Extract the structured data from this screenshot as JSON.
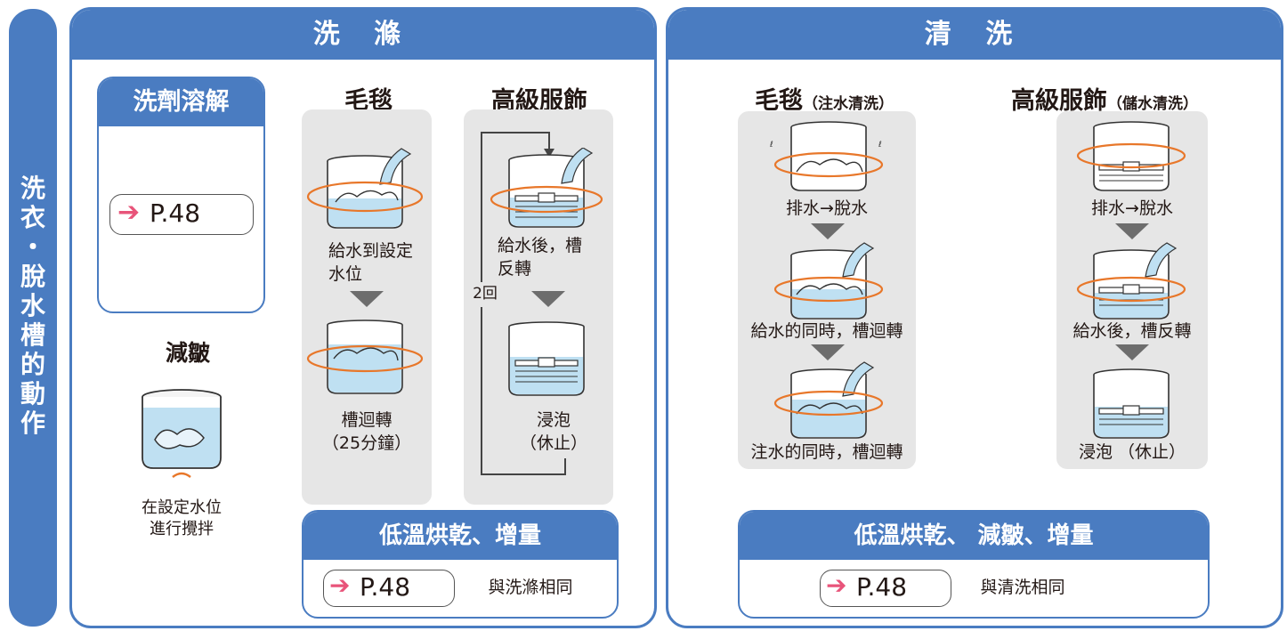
{
  "sidebar": {
    "chars": [
      "洗",
      "衣",
      "・",
      "脫",
      "水",
      "槽",
      "的",
      "動",
      "作"
    ]
  },
  "wash": {
    "header": "洗 滌",
    "detergent": {
      "title": "洗劑溶解",
      "ref": "P.48"
    },
    "wrinkle": {
      "title": "減皺",
      "caption_1": "在設定水位",
      "caption_2": "進行攪拌"
    },
    "blanket": {
      "title": "毛毯",
      "step1_1": "給水到設定",
      "step1_2": "水位",
      "step2_1": "槽迴轉",
      "step2_2": "（25分鐘）"
    },
    "premium": {
      "title": "高級服飾",
      "step1_1": "給水後，槽",
      "step1_2": "反轉",
      "loop": "2回",
      "step2_1": "浸泡",
      "step2_2": "（休止）"
    },
    "lowtemp": {
      "title": "低溫烘乾、增量",
      "ref": "P.48",
      "note": "與洗滌相同"
    }
  },
  "rinse": {
    "header": "清 洗",
    "blanket": {
      "title": "毛毯",
      "sub": "（注水清洗）",
      "step1": "排水→脫水",
      "step2": "給水的同時，槽迴轉",
      "step3": "注水的同時，槽迴轉"
    },
    "premium": {
      "title": "高級服飾",
      "sub": "（儲水清洗）",
      "step1": "排水→脫水",
      "step2": "給水後，槽反轉",
      "step3": "浸泡 （休止）"
    },
    "lowtemp": {
      "title": "低溫烘乾、 減皺、增量",
      "ref": "P.48",
      "note": "與清洗相同"
    }
  },
  "icons": {
    "arrow": "pink-arrow-icon",
    "drum": "drum-icon"
  },
  "colors": {
    "blue": "#4a7cc1",
    "pink": "#e8547a",
    "orange": "#e8772a",
    "water": "#bfe0f2"
  }
}
